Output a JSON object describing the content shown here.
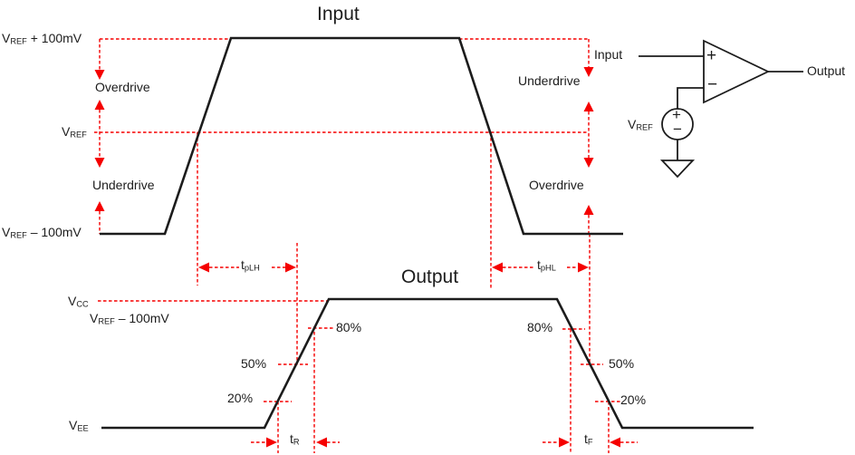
{
  "colors": {
    "ink": "#1c1c1c",
    "accent": "#f50000",
    "background": "#ffffff"
  },
  "input_plot": {
    "title": "Input",
    "levels": {
      "vref_plus": {
        "pre": "V",
        "sub": "REF",
        "post": " + 100mV"
      },
      "vref": {
        "pre": "V",
        "sub": "REF",
        "post": ""
      },
      "vref_minus": {
        "pre": "V",
        "sub": "REF",
        "post": " – 100mV"
      }
    },
    "annotations": {
      "overdrive_left": "Overdrive",
      "underdrive_left": "Underdrive",
      "underdrive_right": "Underdrive",
      "overdrive_right": "Overdrive"
    }
  },
  "output_plot": {
    "title": "Output",
    "levels": {
      "vcc": {
        "pre": "V",
        "sub": "CC",
        "post": ""
      },
      "vref_minus": {
        "pre": "V",
        "sub": "REF",
        "post": " – 100mV"
      },
      "vee": {
        "pre": "V",
        "sub": "EE",
        "post": ""
      }
    },
    "thresholds": {
      "rise_80": "80%",
      "rise_50": "50%",
      "rise_20": "20%",
      "fall_80": "80%",
      "fall_50": "50%",
      "fall_20": "20%"
    }
  },
  "timing": {
    "tplh": {
      "pre": "t",
      "sub": "pLH"
    },
    "tphl": {
      "pre": "t",
      "sub": "pHL"
    },
    "tr": {
      "pre": "t",
      "sub": "R"
    },
    "tf": {
      "pre": "t",
      "sub": "F"
    }
  },
  "circuit": {
    "input_label": "Input",
    "output_label": "Output",
    "vref_label": {
      "pre": "V",
      "sub": "REF",
      "post": ""
    },
    "noninverting_sign": "+",
    "inverting_sign": "−",
    "source_plus_sign": "+",
    "source_minus_sign": "−"
  }
}
